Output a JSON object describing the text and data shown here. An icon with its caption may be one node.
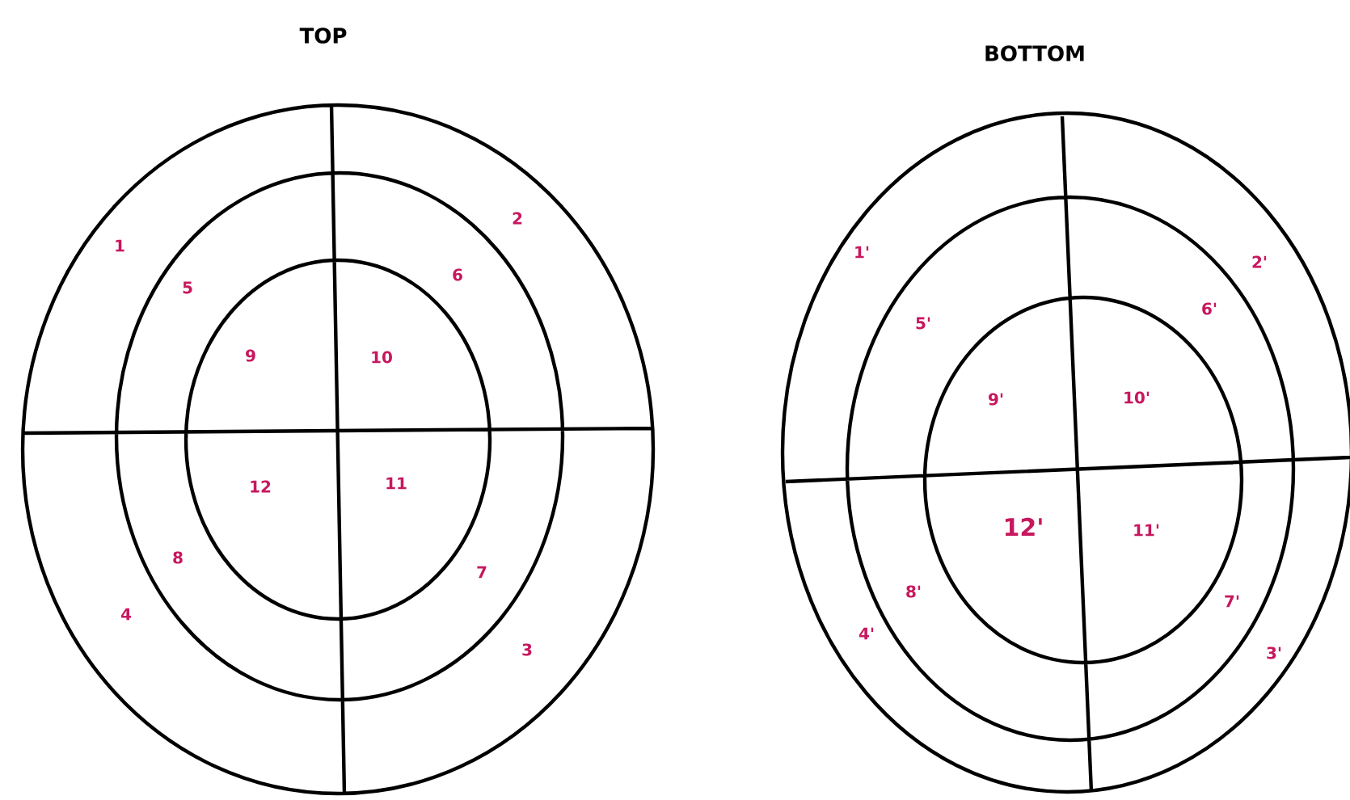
{
  "diagram": {
    "labels": [
      "TOP",
      "1",
      "2",
      "5",
      "6",
      "9",
      "10",
      "12",
      "11",
      "8",
      "7",
      "4",
      "3",
      "BOTTOM",
      "1'",
      "2'",
      "5'",
      "6'",
      "9'",
      "10'",
      "12'",
      "11'",
      "8'",
      "7'",
      "4'",
      "3'"
    ]
  }
}
